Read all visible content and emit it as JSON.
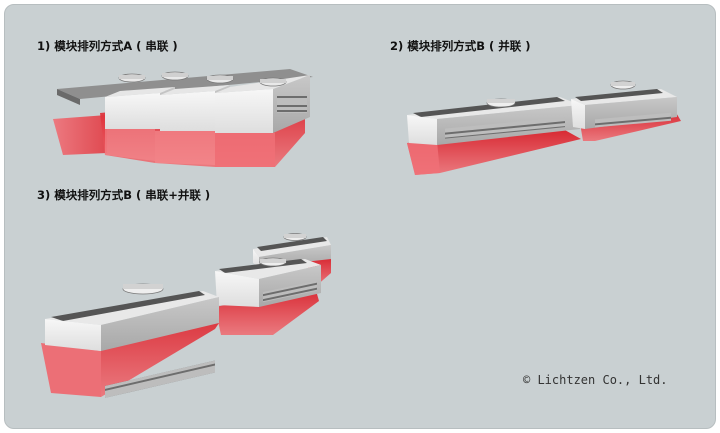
{
  "labels": {
    "layout_a": "1) 模块排列方式A ( 串联 )",
    "layout_b": "2) 模块排列方式B ( 并联 )",
    "layout_c": "3) 模块排列方式B ( 串联+并联 )"
  },
  "copyright": "© Lichtzen Co., Ltd.",
  "colors": {
    "background": "#c9d0d2",
    "unit_light": "#f2f2f2",
    "unit_mid": "#d9d9d9",
    "unit_dark": "#9a9a9a",
    "roof_dark": "#555555",
    "airflow_red": "#e8424a"
  }
}
